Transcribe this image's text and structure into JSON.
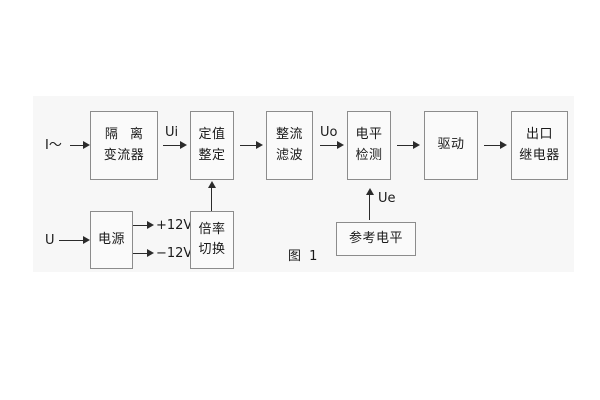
{
  "figure": {
    "caption": "图 1",
    "background_color": "#f7f7f7",
    "line_color": "#2b2b2b",
    "block_border_color": "#8c8c8c"
  },
  "blocks": {
    "isolation_ct": {
      "line1": "隔 离",
      "line2": "变流器"
    },
    "setting": {
      "line1": "定值",
      "line2": "整定"
    },
    "rectify_filter": {
      "line1": "整流",
      "line2": "滤波"
    },
    "level_detect": {
      "line1": "电平",
      "line2": "检测"
    },
    "driver": {
      "line1": "驱动"
    },
    "output_relay": {
      "line1": "出口",
      "line2": "继电器"
    },
    "power_supply": {
      "line1": "电源"
    },
    "multiplier_switch": {
      "line1": "倍率",
      "line2": "切换"
    },
    "reference_level": {
      "line1": "参考电平"
    }
  },
  "labels": {
    "input_current": "I～",
    "input_voltage": "U",
    "signal_ui": "Ui",
    "signal_uo": "Uo",
    "signal_ue": "Ue",
    "supply_pos": "+12V",
    "supply_neg": "−12V"
  }
}
